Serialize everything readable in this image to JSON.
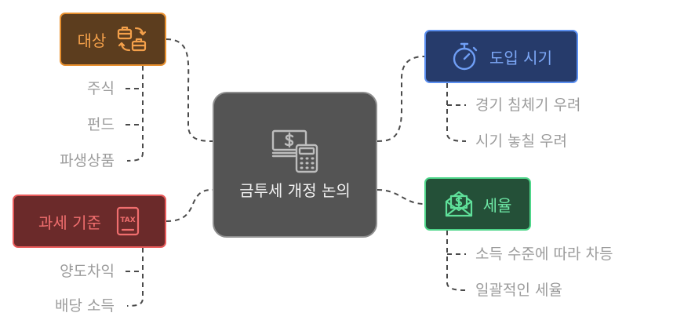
{
  "center": {
    "title": "금투세 개정 논의",
    "icon": "money-calculator-icon"
  },
  "branches": {
    "target": {
      "label": "대상",
      "icon": "briefcase-exchange-icon",
      "color": "#e8902f",
      "fill": "#5c3d1e",
      "items": [
        "주식",
        "펀드",
        "파생상품"
      ]
    },
    "timing": {
      "label": "도입 시기",
      "icon": "stopwatch-icon",
      "color": "#5b8ff0",
      "fill": "#263b6b",
      "items": [
        "경기 침체기 우려",
        "시기 놓칠 우려"
      ]
    },
    "basis": {
      "label": "과세 기준",
      "icon": "tax-document-icon",
      "color": "#e85a5a",
      "fill": "#6b2a2a",
      "items": [
        "양도차익",
        "배당 소득"
      ]
    },
    "rate": {
      "label": "세율",
      "icon": "money-envelope-icon",
      "color": "#4fd68a",
      "fill": "#245038",
      "items": [
        "소득 수준에 따라 차등",
        "일괄적인 세율"
      ]
    }
  }
}
